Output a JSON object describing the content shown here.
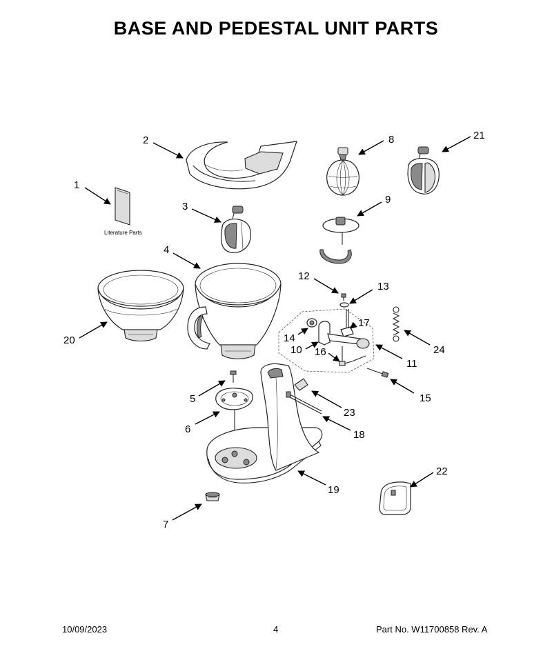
{
  "title": "BASE AND PEDESTAL UNIT PARTS",
  "literature_label": "Literature Parts",
  "footer": {
    "date": "10/09/2023",
    "page": "4",
    "part": "Part No.  W11700858   Rev.  A"
  },
  "callouts": {
    "c1": "1",
    "c2": "2",
    "c3": "3",
    "c4": "4",
    "c5": "5",
    "c6": "6",
    "c7": "7",
    "c8": "8",
    "c9": "9",
    "c10": "10",
    "c11": "11",
    "c12": "12",
    "c13": "13",
    "c14": "14",
    "c15": "15",
    "c16": "16",
    "c17": "17",
    "c18": "18",
    "c19": "19",
    "c20": "20",
    "c21": "21",
    "c22": "22",
    "c23": "23",
    "c24": "24"
  }
}
